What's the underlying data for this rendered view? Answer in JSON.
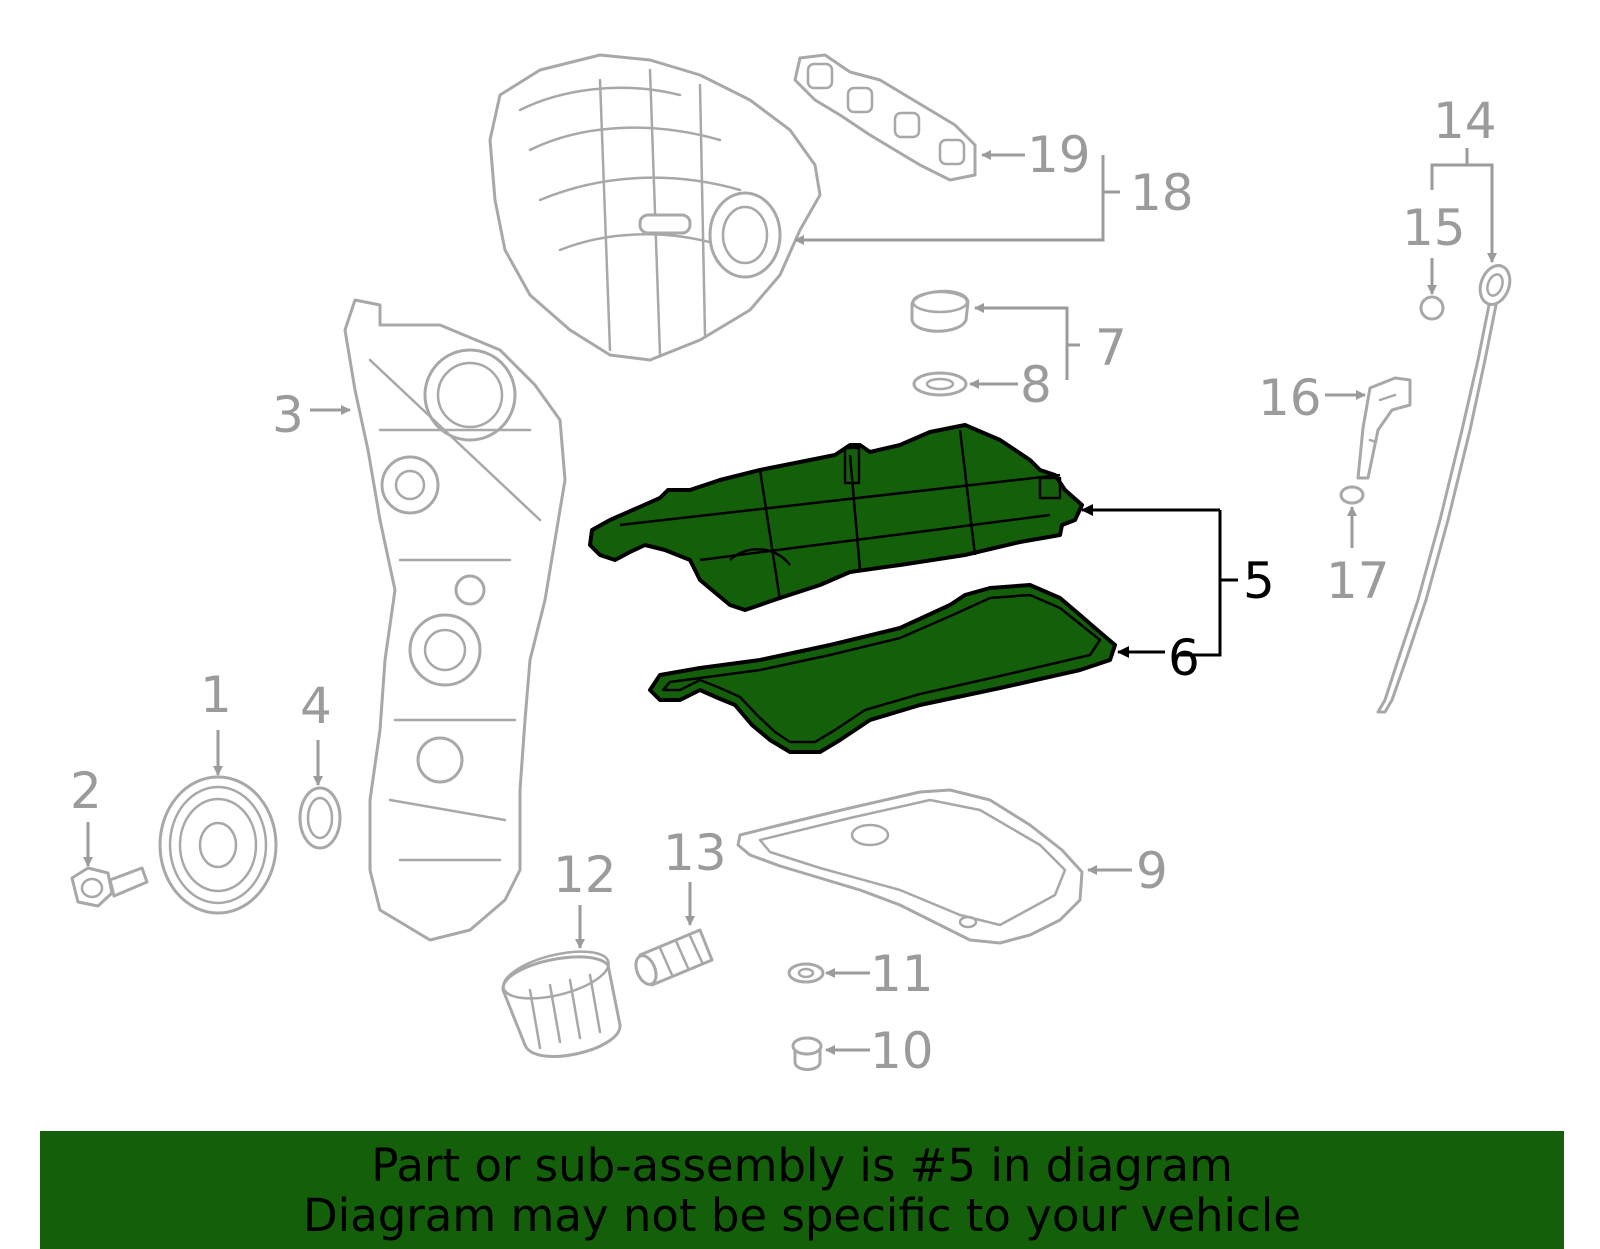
{
  "callouts": {
    "c1": "1",
    "c2": "2",
    "c3": "3",
    "c4": "4",
    "c5": "5",
    "c6": "6",
    "c7": "7",
    "c8": "8",
    "c9": "9",
    "c10": "10",
    "c11": "11",
    "c12": "12",
    "c13": "13",
    "c14": "14",
    "c15": "15",
    "c16": "16",
    "c17": "17",
    "c18": "18",
    "c19": "19"
  },
  "highlighted_part": "5",
  "colors": {
    "highlight": "#14600a",
    "part_line": "#a8a8a8",
    "label": "#9b9b9b"
  },
  "banner": {
    "line1": "Part or sub-assembly is #5 in diagram",
    "line2": "Diagram may not be specific to your vehicle"
  }
}
